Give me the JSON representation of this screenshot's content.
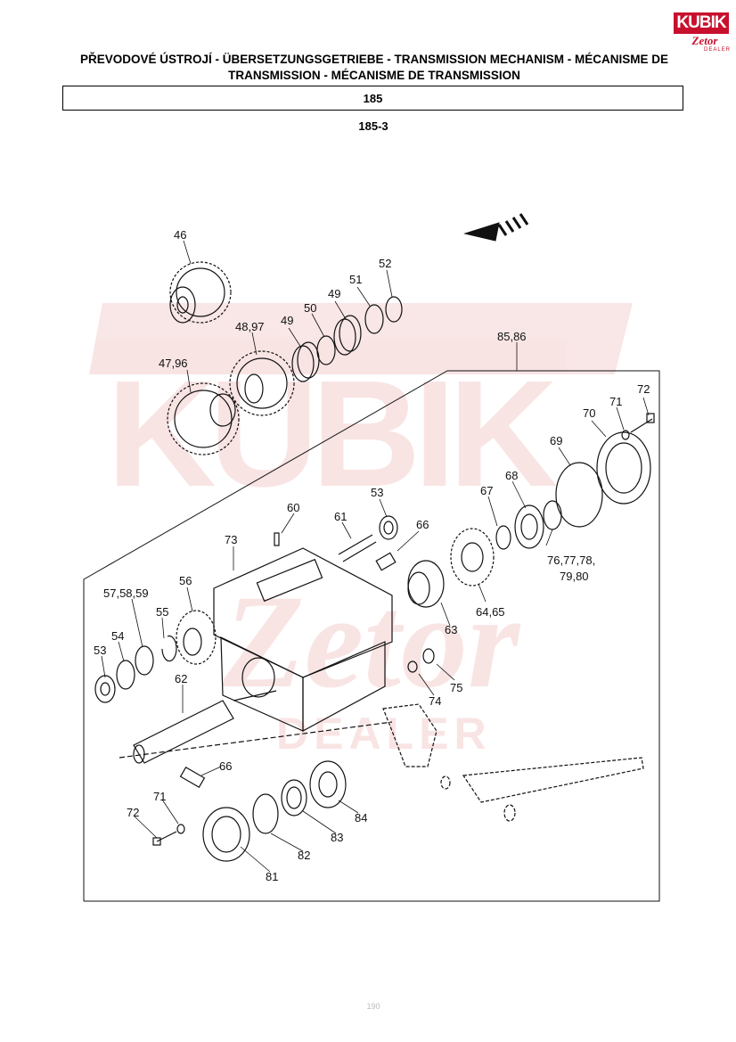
{
  "header": {
    "logo_brand": "KUBIK",
    "logo_sub": "Zetor",
    "logo_dealer": "DEALER",
    "title": "PŘEVODOVÉ ÚSTROJÍ - ÜBERSETZUNGSGETRIEBE - TRANSMISSION MECHANISM - MÉCANISME DE TRANSMISSION - MÉCANISME DE TRANSMISSION",
    "section_number": "185",
    "figure_number": "185-3"
  },
  "watermark": {
    "text": "KUBIK",
    "sub_text": "Zetor",
    "dealer_text": "DEALER",
    "color": "#d23a3a"
  },
  "callouts": [
    "46",
    "47,96",
    "48,97",
    "49",
    "50",
    "49",
    "51",
    "52",
    "85,86",
    "72",
    "71",
    "70",
    "69",
    "68",
    "67",
    "53",
    "66",
    "64,65",
    "76,77,78,",
    "79,80",
    "60",
    "61",
    "73",
    "57,58,59",
    "56",
    "55",
    "54",
    "53",
    "62",
    "63",
    "74",
    "75",
    "66",
    "71",
    "72",
    "81",
    "82",
    "83",
    "84"
  ],
  "footer": {
    "page": "190"
  },
  "colors": {
    "accent": "#c8102e",
    "line": "#111111"
  }
}
